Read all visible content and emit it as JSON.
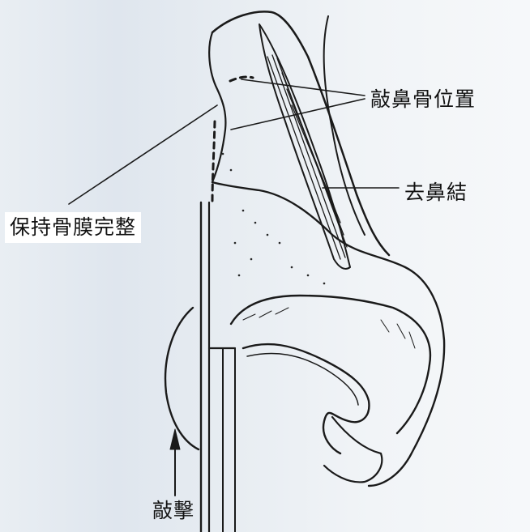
{
  "labels": {
    "knock_position": "敲鼻骨位置",
    "remove_hump": "去鼻結",
    "keep_periosteum": "保持骨膜完整",
    "strike": "敲擊"
  }
}
